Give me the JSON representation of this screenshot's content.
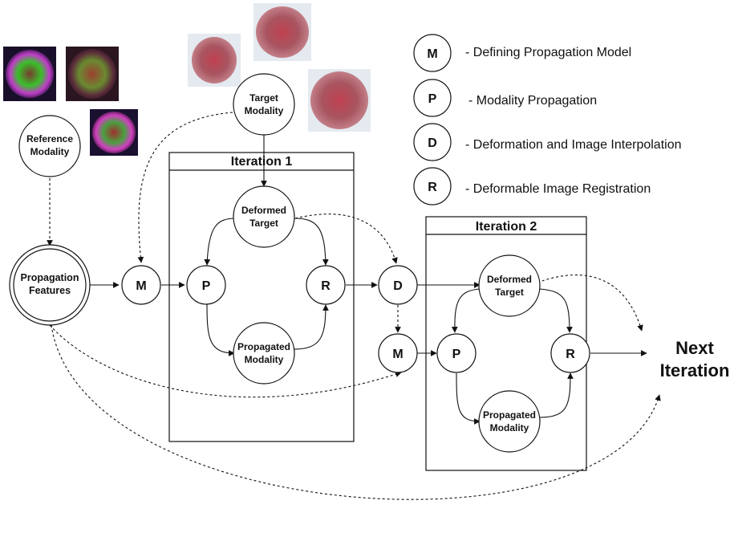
{
  "legend": [
    {
      "key": "M",
      "text": "- Defining Propagation Model"
    },
    {
      "key": "P",
      "text": "- Modality Propagation"
    },
    {
      "key": "D",
      "text": "- Deformation and Image Interpolation"
    },
    {
      "key": "R",
      "text": "- Deformable Image Registration"
    }
  ],
  "nodes": {
    "reference_modality": [
      "Reference",
      "Modality"
    ],
    "target_modality": [
      "Target",
      "Modality"
    ],
    "propagation_features": [
      "Propagation",
      "Features"
    ],
    "m1": "M",
    "p1": "P",
    "r1": "R",
    "d": "D",
    "m2": "M",
    "p2": "P",
    "r2": "R",
    "deformed_target_1": [
      "Deformed",
      "Target"
    ],
    "propagated_modality_1": [
      "Propagated",
      "Modality"
    ],
    "deformed_target_2": [
      "Deformed",
      "Target"
    ],
    "propagated_modality_2": [
      "Propagated",
      "Modality"
    ]
  },
  "iterations": {
    "iteration1": "Iteration 1",
    "iteration2": "Iteration 2"
  },
  "next_iteration": [
    "Next",
    "Iteration"
  ],
  "colors": {
    "stroke": "#111111",
    "tissue_pink": "#b0505a",
    "fluor_green": "#39c02a",
    "fluor_magenta": "#c03cc8"
  }
}
